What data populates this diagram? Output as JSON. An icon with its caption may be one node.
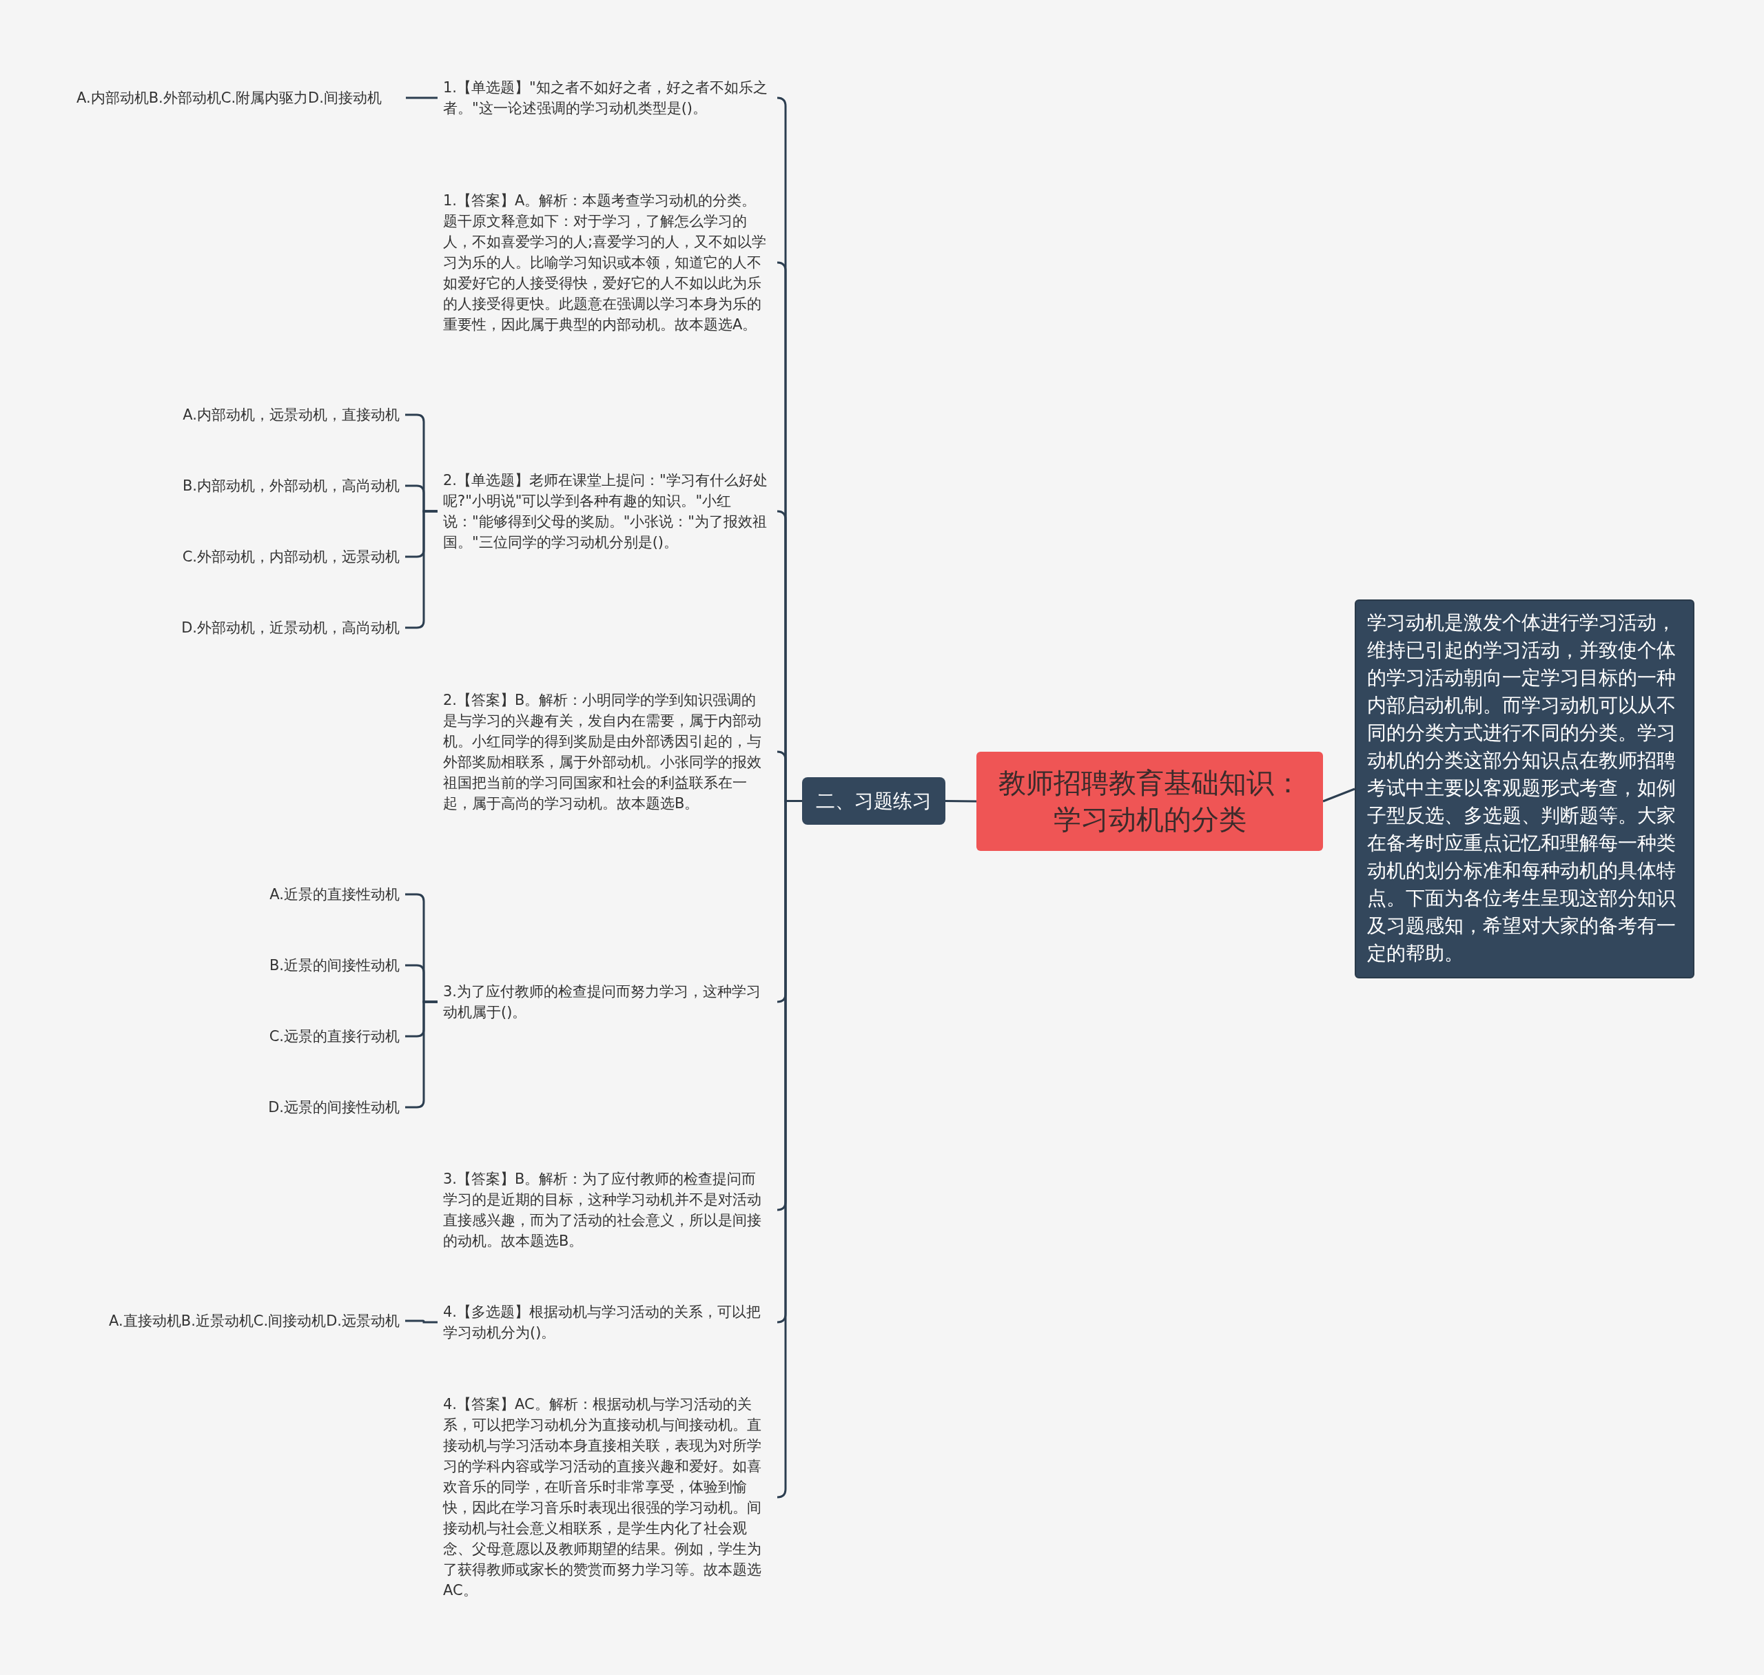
{
  "diagram": {
    "nodes": [
      {
        "text": [
          "教师招聘教育基础知识：学习动机的分类"
        ]
      },
      {
        "text": [
          "学习动机是激发个体进行学习活动，维持已引起的学习活动，并致使个体的学习活动朝向一定学习目标的一种内部启动机制。而学习动机可以从不同的分类方式进行不同的分类。学习动机的分类这部分知识点在教师招聘考试中主要以客观题形式考查，如例子型反选、多选题、判断题等。大家在备考时应重点记忆和理解每一种类动机的划分标准和每种动机的具体特点。下面为各位考生呈现这部分知识及习题感知，希望对大家的备考有一定的帮助。"
        ]
      },
      {
        "text": [
          "二、习题练习"
        ]
      },
      {
        "text": [
          "1.【单选题】\"知之者不如好之者，好之者不如乐之者。\"这一论述强调的学习动机类型是()。"
        ]
      },
      {
        "text": [
          "A.内部动机B.外部动机C.附属内驱力D.间接动机"
        ]
      },
      {
        "text": [
          "1.【答案】A。解析：本题考查学习动机的分类。题干原文释意如下：对于学习，了解怎么学习的人，不如喜爱学习的人;喜爱学习的人，又不如以学习为乐的人。比喻学习知识或本领，知道它的人不如爱好它的人接受得快，爱好它的人不如以此为乐的人接受得更快。此题意在强调以学习本身为乐的重要性，因此属于典型的内部动机。故本题选A。"
        ]
      },
      {
        "text": [
          "2.【单选题】老师在课堂上提问：\"学习有什么好处呢?\"小明说\"可以学到各种有趣的知识。\"小红说：\"能够得到父母的奖励。\"小张说：\"为了报效祖国。\"三位同学的学习动机分别是()。"
        ]
      },
      {
        "text": [
          "A.内部动机，远景动机，直接动机"
        ]
      },
      {
        "text": [
          "B.内部动机，外部动机，高尚动机"
        ]
      },
      {
        "text": [
          "C.外部动机，内部动机，远景动机"
        ]
      },
      {
        "text": [
          "D.外部动机，近景动机，高尚动机"
        ]
      },
      {
        "text": [
          "2.【答案】B。解析：小明同学的学到知识强调的是与学习的兴趣有关，发自内在需要，属于内部动机。小红同学的得到奖励是由外部诱因引起的，与外部奖励相联系，属于外部动机。小张同学的报效祖国把当前的学习同国家和社会的利益联系在一起，属于高尚的学习动机。故本题选B。"
        ]
      },
      {
        "text": [
          "3.为了应付教师的检查提问而努力学习，这种学习动机属于()。"
        ]
      },
      {
        "text": [
          "A.近景的直接性动机"
        ]
      },
      {
        "text": [
          "B.近景的间接性动机"
        ]
      },
      {
        "text": [
          "C.远景的直接行动机"
        ]
      },
      {
        "text": [
          "D.远景的间接性动机"
        ]
      },
      {
        "text": [
          "3.【答案】B。解析：为了应付教师的检查提问而学习的是近期的目标，这种学习动机并不是对活动直接感兴趣，而为了活动的社会意义，所以是间接的动机。故本题选B。"
        ]
      },
      {
        "text": [
          "4.【多选题】根据动机与学习活动的关系，可以把学习动机分为()。"
        ]
      },
      {
        "text": [
          "A.直接动机B.近景动机C.间接动机D.远景动机"
        ]
      },
      {
        "text": [
          "4.【答案】AC。解析：根据动机与学习活动的关系，可以把学习动机分为直接动机与间接动机。直接动机与学习活动本身直接相关联，表现为对所学习的学科内容或学习活动的直接兴趣和爱好。如喜欢音乐的同学，在听音乐时非常享受，体验到愉快，因此在学习音乐时表现出很强的学习动机。间接动机与社会意义相联系，是学生内化了社会观念、父母意愿以及教师期望的结果。例如，学生为了获得教师或家长的赞赏而努力学习等。故本题选AC。"
        ]
      }
    ],
    "edges": [
      {
        "from": 0,
        "to": 1,
        "arrow": "none"
      },
      {
        "from": 0,
        "to": 2,
        "arrow": "none"
      },
      {
        "from": 2,
        "to": 3,
        "arrow": "none"
      },
      {
        "from": 3,
        "to": 4,
        "arrow": "none"
      },
      {
        "from": 2,
        "to": 5,
        "arrow": "none"
      },
      {
        "from": 2,
        "to": 6,
        "arrow": "none"
      },
      {
        "from": 6,
        "to": 7,
        "arrow": "none"
      },
      {
        "from": 6,
        "to": 8,
        "arrow": "none"
      },
      {
        "from": 6,
        "to": 9,
        "arrow": "none"
      },
      {
        "from": 6,
        "to": 10,
        "arrow": "none"
      },
      {
        "from": 2,
        "to": 11,
        "arrow": "none"
      },
      {
        "from": 2,
        "to": 12,
        "arrow": "none"
      },
      {
        "from": 12,
        "to": 13,
        "arrow": "none"
      },
      {
        "from": 12,
        "to": 14,
        "arrow": "none"
      },
      {
        "from": 12,
        "to": 15,
        "arrow": "none"
      },
      {
        "from": 12,
        "to": 16,
        "arrow": "none"
      },
      {
        "from": 2,
        "to": 17,
        "arrow": "none"
      },
      {
        "from": 2,
        "to": 18,
        "arrow": "none"
      },
      {
        "from": 18,
        "to": 19,
        "arrow": "none"
      },
      {
        "from": 2,
        "to": 20,
        "arrow": "none"
      }
    ]
  }
}
